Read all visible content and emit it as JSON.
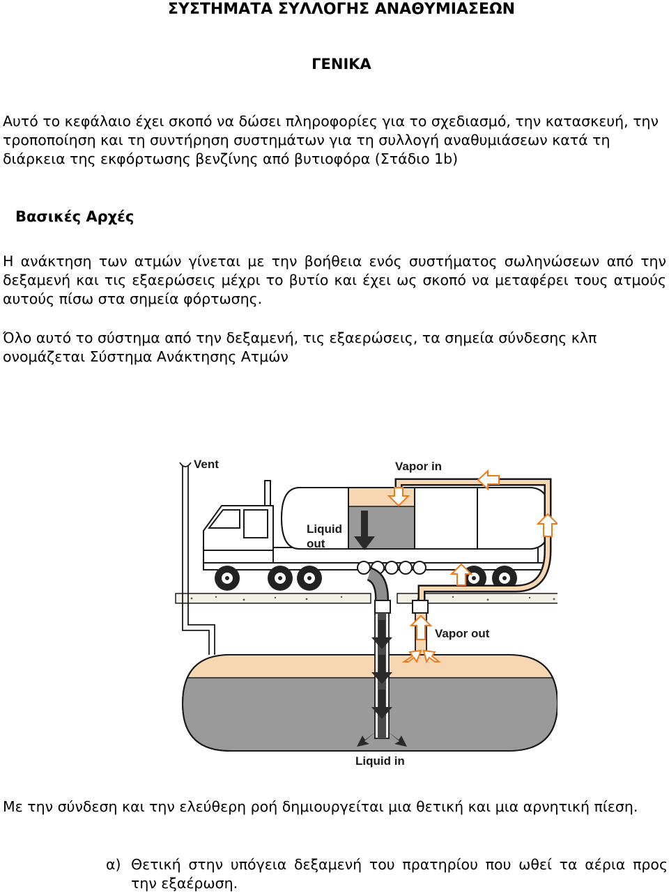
{
  "document": {
    "title": "ΣΥΣΤΗΜΑΤΑ ΣΥΛΛΟΓΗΣ ΑΝΑΘΥΜΙΑΣΕΩΝ",
    "section_heading": "ΓΕΝΙΚΑ",
    "intro_paragraph": "Αυτό το κεφάλαιο έχει σκοπό να δώσει πληροφορίες για το σχεδιασμό, την κατασκευή, την τροποποίηση και τη συντήρηση συστημάτων για τη συλλογή αναθυμιάσεων κατά τη διάρκεια της εκφόρτωσης βενζίνης από βυτιοφόρα (Στάδιο 1b)",
    "subheading": "Βασικές Αρχές",
    "principles_paragraph": "Η ανάκτηση των ατμών γίνεται με την βοήθεια ενός συστήματος σωληνώσεων από την δεξαμενή και τις εξαερώσεις μέχρι το βυτίο και έχει ως σκοπό να μεταφέρει τους ατμούς αυτούς πίσω στα σημεία φόρτωσης.",
    "system_paragraph": "Όλο αυτό το σύστημα από την δεξαμενή, τις εξαερώσεις, τα σημεία σύνδεσης κλπ ονομάζεται Σύστημα Ανάκτησης Ατμών",
    "pressure_paragraph": "Με την σύνδεση και την ελεύθερη ροή δημιουργείται μια θετική και μια αρνητική πίεση.",
    "list_items": [
      {
        "marker": "α)",
        "text": "Θετική στην υπόγεια δεξαμενή του πρατηρίου που ωθεί τα αέρια προς την εξαέρωση."
      }
    ]
  },
  "figure": {
    "labels": {
      "vent": "Vent",
      "vapor_in": "Vapor in",
      "liquid_out_line1": "Liquid",
      "liquid_out_line2": "out",
      "vapor_out": "Vapor out",
      "liquid_in": "Liquid in"
    },
    "colors": {
      "vapor": "#f6d7b2",
      "liquid": "#9a9a9a",
      "arrow_outline": "#f07a1a",
      "line": "#1a1a1a"
    }
  }
}
